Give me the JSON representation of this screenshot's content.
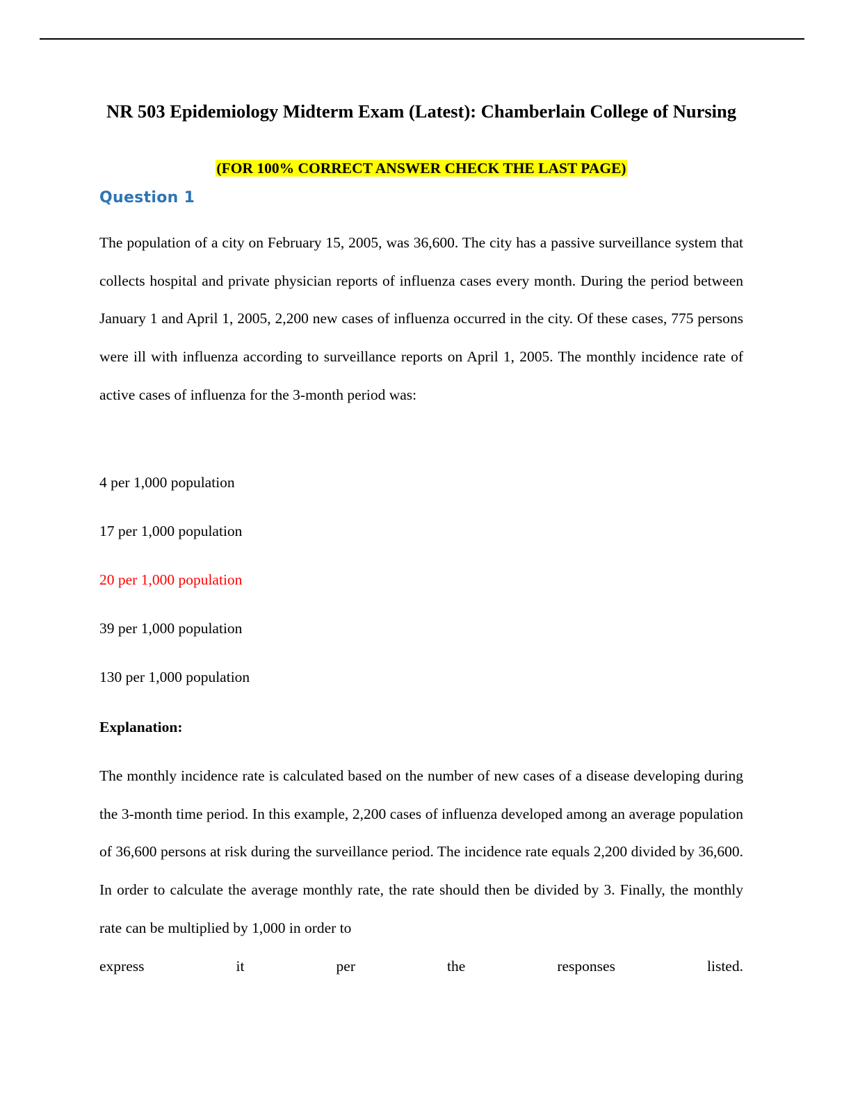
{
  "document": {
    "title": "NR 503 Epidemiology Midterm Exam (Latest): Chamberlain College of Nursing",
    "notice": "(FOR 100% CORRECT ANSWER CHECK THE LAST PAGE)"
  },
  "question": {
    "heading": "Question 1",
    "text": "The population of a city on February 15, 2005, was 36,600. The city has a passive surveillance system that collects hospital and private physician reports of influenza cases every month. During the period between January 1 and April 1, 2005, 2,200 new cases of influenza occurred in the city. Of these cases, 775 persons were ill with influenza according to surveillance reports on April 1, 2005. The monthly incidence rate of active cases of influenza for the 3-month period was:",
    "options": [
      {
        "label": "4 per 1,000 population",
        "highlighted": false
      },
      {
        "label": "17 per 1,000 population",
        "highlighted": false
      },
      {
        "label": "20 per 1,000 population",
        "highlighted": true,
        "color": "#ff0000"
      },
      {
        "label": "39 per 1,000 population",
        "highlighted": false
      },
      {
        "label": "130 per 1,000 population",
        "highlighted": false
      }
    ]
  },
  "explanation": {
    "label": "Explanation:",
    "text": "The monthly incidence rate is calculated based on the number of new cases of a disease developing during the 3-month time period. In this example, 2,200 cases of influenza developed among an average population of 36,600 persons at risk during the surveillance period. The incidence rate equals 2,200 divided by 36,600. In order to calculate the average monthly rate, the rate should then be divided by 3. Finally, the monthly rate can be multiplied by 1,000 in order to",
    "last_line_words": [
      "express",
      "it",
      "per",
      "the",
      "responses",
      "listed."
    ]
  },
  "colors": {
    "heading_blue": "#2e74b5",
    "correct_red": "#ff0000",
    "highlight_yellow": "#ffff00"
  }
}
